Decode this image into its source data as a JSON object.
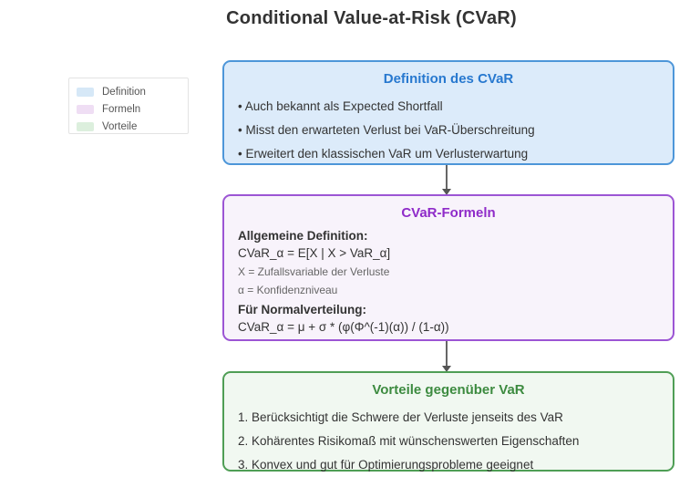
{
  "title": "Conditional Value-at-Risk (CVaR)",
  "legend": {
    "items": [
      {
        "label": "Definition",
        "color": "#d6e8f7"
      },
      {
        "label": "Formeln",
        "color": "#efdef4"
      },
      {
        "label": "Vorteile",
        "color": "#dcefdd"
      }
    ]
  },
  "nodes": [
    {
      "id": "definition",
      "title": "Definition des CVaR",
      "title_color": "#2778cf",
      "border_color": "#4d96d9",
      "background_color": "#dcebfa",
      "items": [
        "• Auch bekannt als Expected Shortfall",
        "• Misst den erwarteten Verlust bei VaR-Überschreitung",
        "• Erweitert den klassischen VaR um Verlusterwartung"
      ]
    },
    {
      "id": "formeln",
      "title": "CVaR-Formeln",
      "title_color": "#8f2bc9",
      "border_color": "#9c55d4",
      "background_color": "#f8f3fb",
      "sections": [
        {
          "heading": "Allgemeine Definition:",
          "formula": "CVaR_α = E[X | X > VaR_α]",
          "notes": [
            "X = Zufallsvariable der Verluste",
            "α = Konfidenzniveau"
          ]
        },
        {
          "heading": "Für Normalverteilung:",
          "formula": "CVaR_α = μ + σ * (φ(Φ^(-1)(α)) / (1-α))",
          "notes": []
        }
      ]
    },
    {
      "id": "vorteile",
      "title": "Vorteile gegenüber VaR",
      "title_color": "#3d8b40",
      "border_color": "#4f9e55",
      "background_color": "#f1f8f1",
      "items": [
        "1. Berücksichtigt die Schwere der Verluste jenseits des VaR",
        "2. Kohärentes Risikomaß mit wünschenswerten Eigenschaften",
        "3. Konvex und gut für Optimierungsprobleme geeignet"
      ]
    }
  ],
  "arrow_color": "#666666"
}
